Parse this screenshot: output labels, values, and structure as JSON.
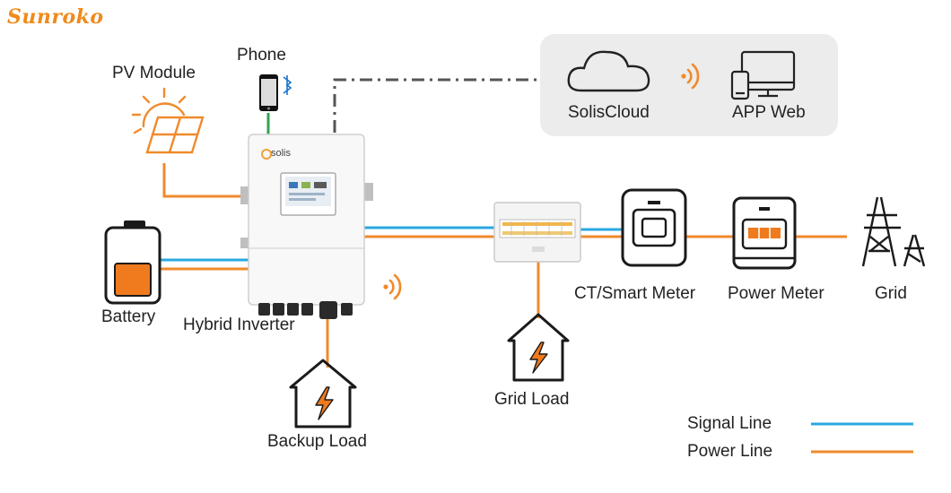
{
  "brand": {
    "logo_text": "Sunroko"
  },
  "nodes": {
    "pv_module": "PV Module",
    "phone": "Phone",
    "cloud": "SolisCloud",
    "app_web": "APP Web",
    "battery": "Battery",
    "inverter": "Hybrid Inverter",
    "inverter_brand": "solis",
    "ct_meter": "CT/Smart Meter",
    "power_meter": "Power Meter",
    "grid": "Grid",
    "grid_load": "Grid Load",
    "backup_load": "Backup Load"
  },
  "legend": {
    "signal": {
      "label": "Signal Line",
      "color": "#2aa8e0"
    },
    "power": {
      "label": "Power Line",
      "color": "#f08a2c"
    }
  },
  "colors": {
    "accent_orange": "#f08a2c",
    "signal_blue": "#2aa8e0",
    "phone_link_green": "#2ea44f",
    "dashdot_link": "#555555",
    "panel_bg": "#ececec"
  },
  "icons": [
    "sun-panel-icon",
    "phone-icon",
    "bluetooth-icon",
    "cloud-icon",
    "monitor-phone-icon",
    "wifi-icon",
    "battery-icon",
    "inverter-icon",
    "breaker-box-icon",
    "ct-meter-icon",
    "power-meter-icon",
    "pylon-icon",
    "house-bolt-icon"
  ]
}
